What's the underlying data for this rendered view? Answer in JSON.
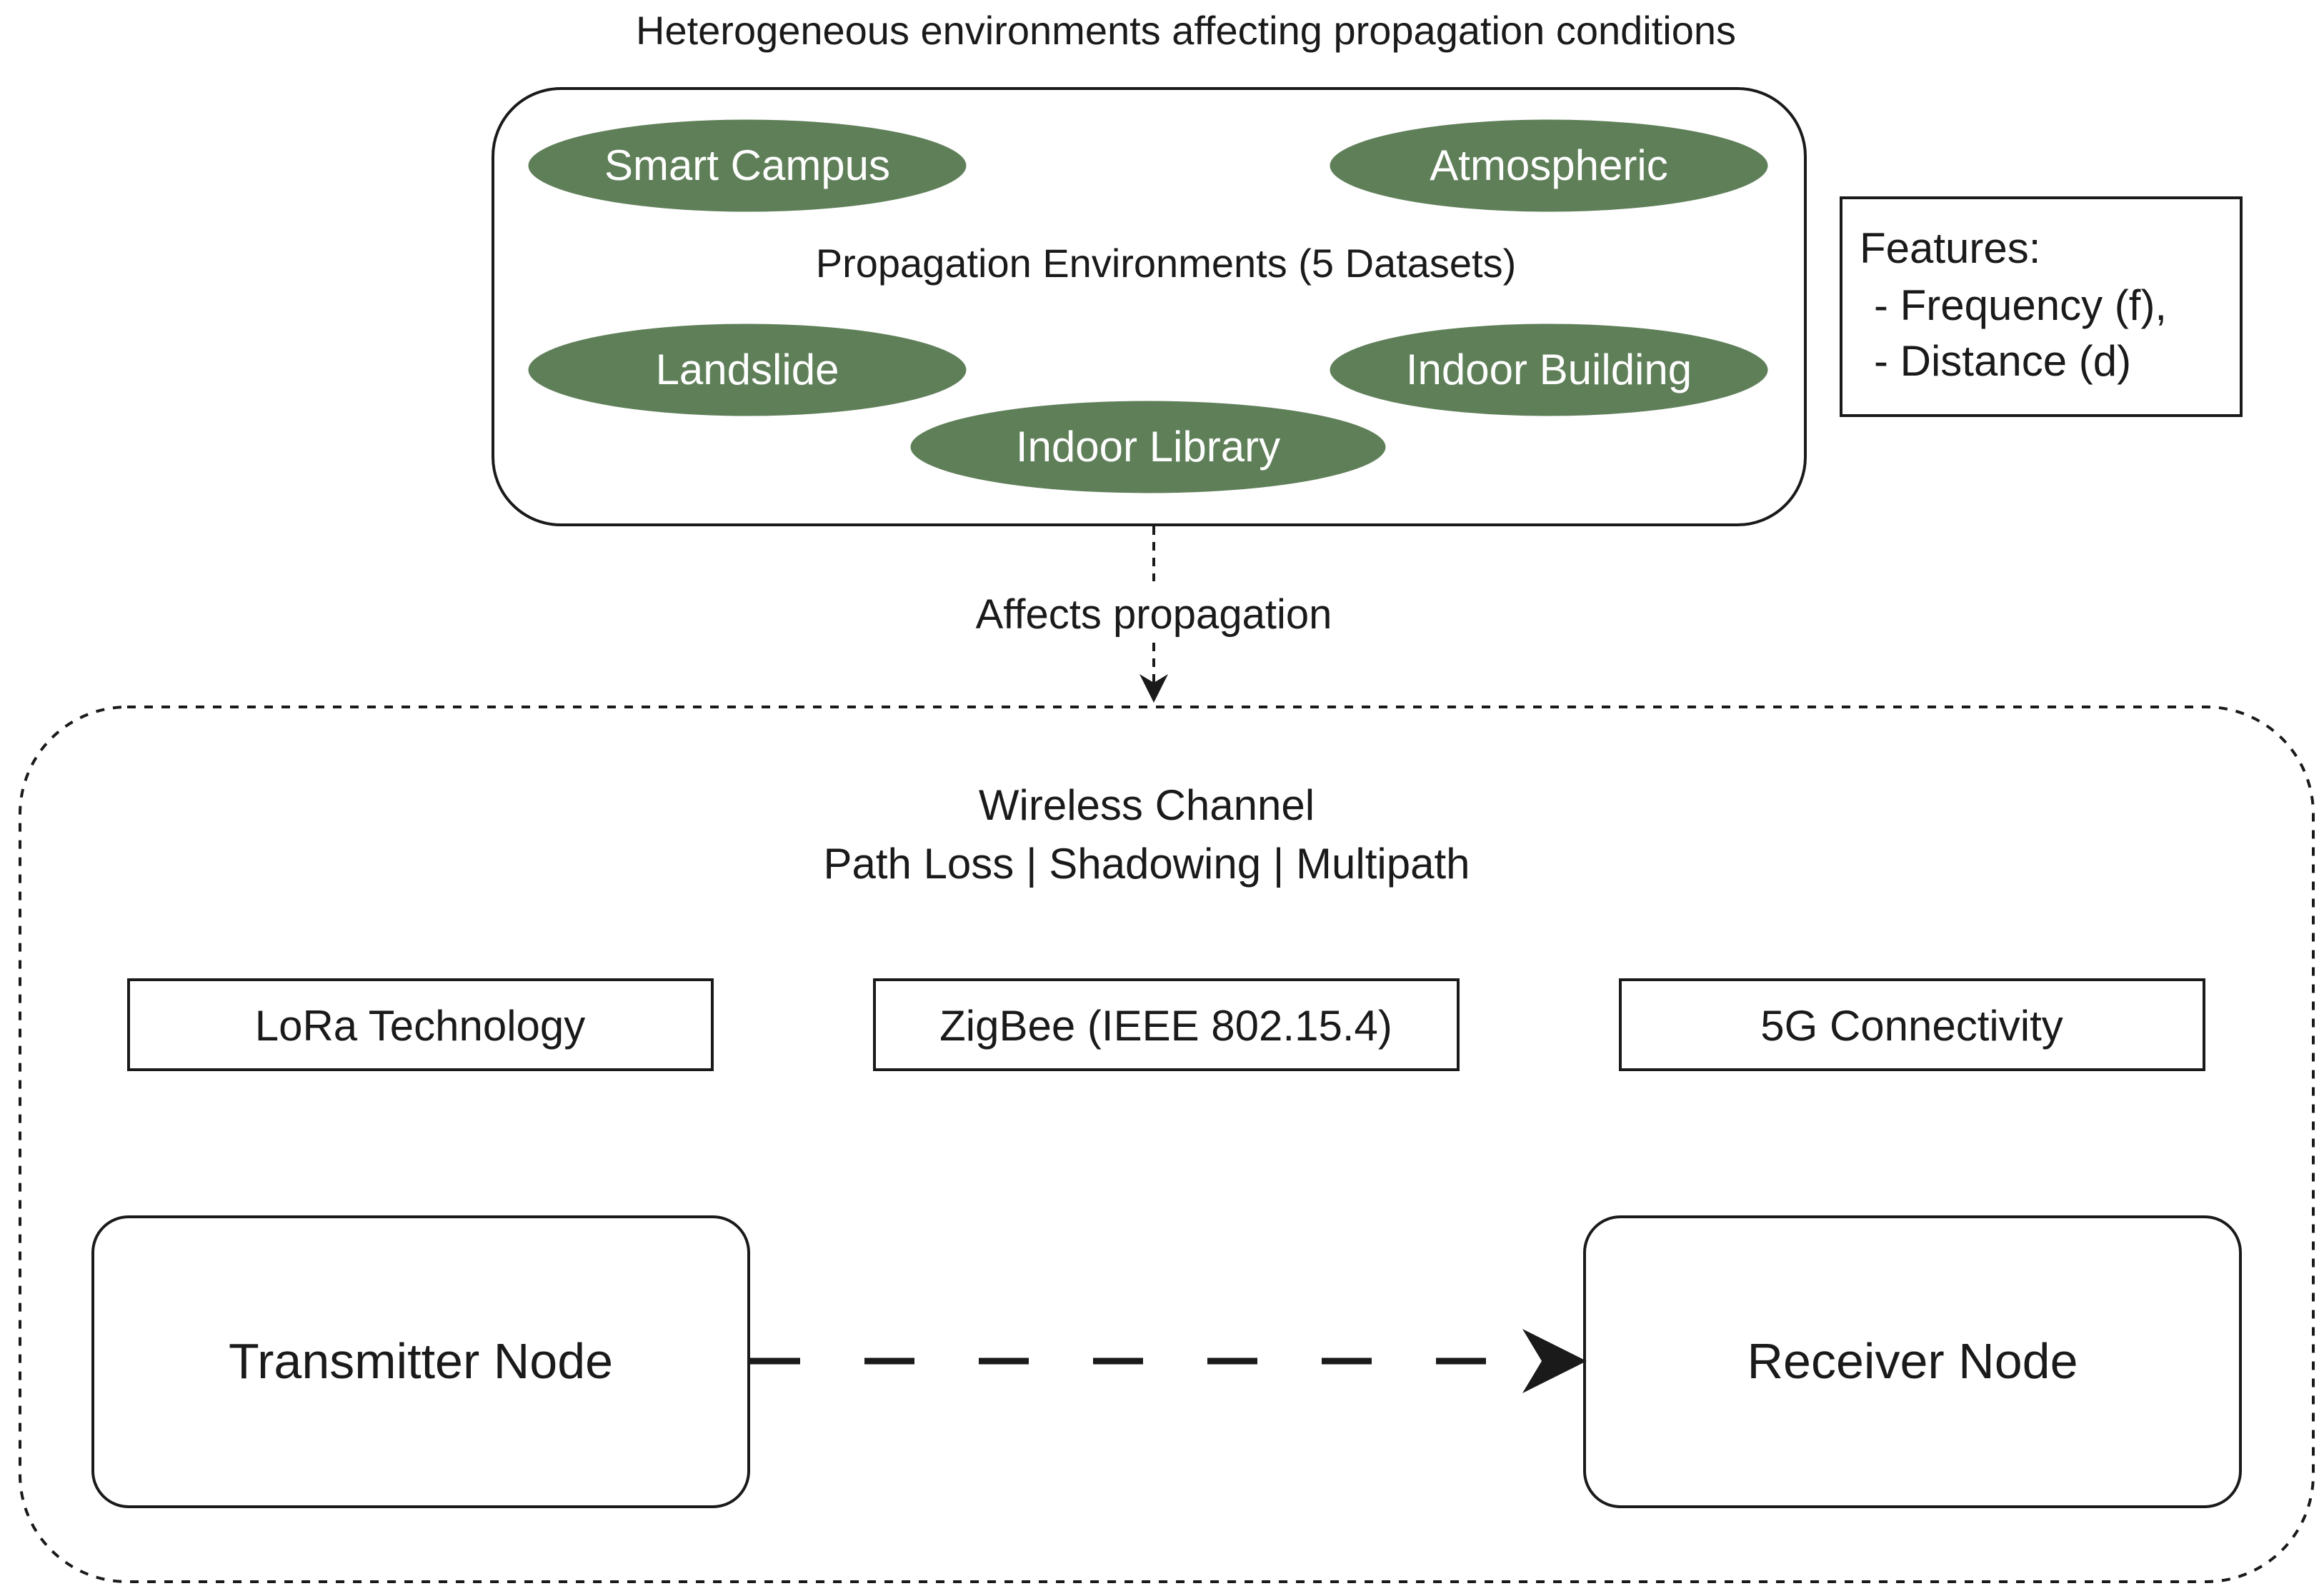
{
  "diagram": {
    "title": "Heterogeneous environments affecting propagation conditions",
    "environments_group": {
      "label": "Propagation Environments (5 Datasets)",
      "items": [
        {
          "label": "Smart Campus"
        },
        {
          "label": "Atmospheric"
        },
        {
          "label": "Landslide"
        },
        {
          "label": "Indoor Building"
        },
        {
          "label": "Indoor Library"
        }
      ],
      "item_fill": "#5f7f59"
    },
    "features": {
      "heading": "Features:",
      "lines": [
        "- Frequency (f),",
        "- Distance (d)"
      ]
    },
    "edge": {
      "label": "Affects propagation"
    },
    "channel": {
      "title": "Wireless Channel",
      "subtitle": "Path Loss | Shadowing | Multipath",
      "technologies": [
        {
          "label": "LoRa Technology"
        },
        {
          "label": "ZigBee (IEEE 802.15.4)"
        },
        {
          "label": "5G Connectivity"
        }
      ],
      "transmitter": "Transmitter Node",
      "receiver": "Receiver Node"
    }
  }
}
